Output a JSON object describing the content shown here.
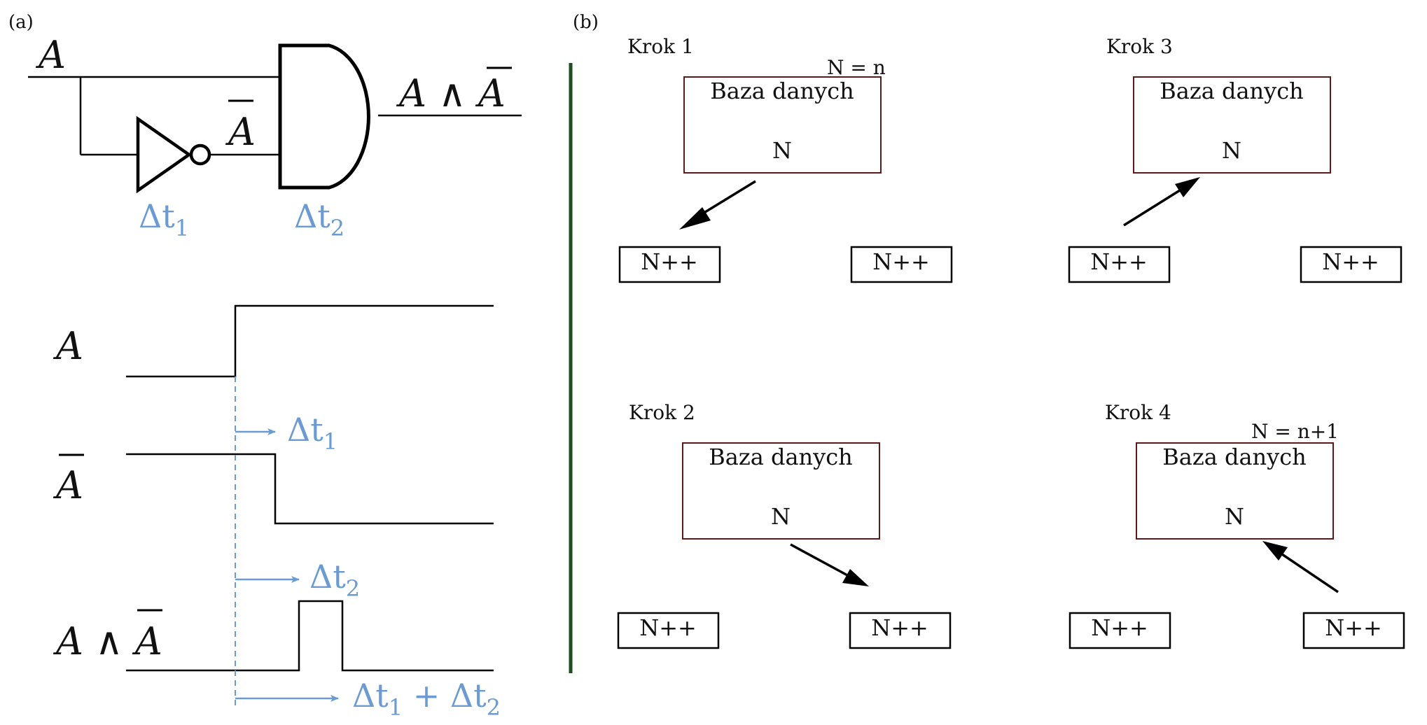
{
  "panel_a": {
    "label": "(a)",
    "input": "A",
    "not_a": "A",
    "output": "A ∧ A",
    "output_main": "A ∧ ",
    "output_bar_var": "A",
    "delay_nand": "Δt",
    "delay_nand_sub": "1",
    "delay_and": "Δt",
    "delay_and_sub": "2",
    "timing": {
      "row_a": "A",
      "row_not_a": "A",
      "row_out_main": "A ∧ ",
      "row_out_bar_var": "A",
      "arrow1": "Δt",
      "arrow1_sub": "1",
      "arrow2": "Δt",
      "arrow2_sub": "2",
      "arrow3_a": "Δt",
      "arrow3_a_sub": "1",
      "arrow3_plus": " + Δt",
      "arrow3_b_sub": "2"
    }
  },
  "panel_b": {
    "label": "(b)",
    "steps": [
      {
        "title": "Krok 1",
        "db_label": "Baza danych",
        "db_value": "N",
        "note": "N = n",
        "client_left": "N++",
        "client_right": "N++"
      },
      {
        "title": "Krok 2",
        "db_label": "Baza danych",
        "db_value": "N",
        "note": "",
        "client_left": "N++",
        "client_right": "N++"
      },
      {
        "title": "Krok 3",
        "db_label": "Baza danych",
        "db_value": "N",
        "note": "",
        "client_left": "N++",
        "client_right": "N++"
      },
      {
        "title": "Krok 4",
        "db_label": "Baza danych",
        "db_value": "N",
        "note": "N = n+1",
        "client_left": "N++",
        "client_right": "N++"
      }
    ]
  },
  "colors": {
    "annotation_blue": "#6b9bd2",
    "divider_green": "#1f4d1f",
    "db_border": "#5c1a1a"
  },
  "icons": {
    "not_gate": "not-gate-icon",
    "and_gate": "and-gate-icon"
  }
}
